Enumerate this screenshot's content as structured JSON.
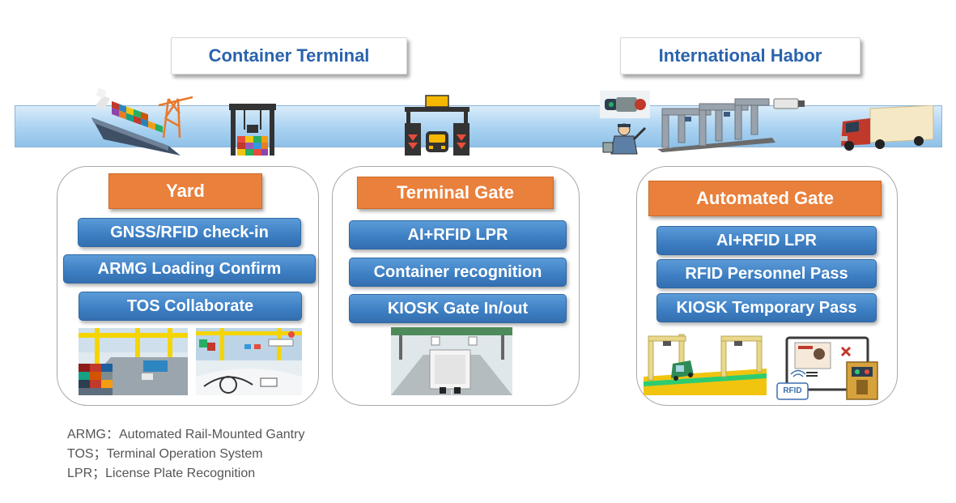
{
  "titles": {
    "container_terminal": "Container Terminal",
    "international_harbor": "International Habor"
  },
  "yard": {
    "header": "Yard",
    "items": [
      "GNSS/RFID check-in",
      "ARMG Loading Confirm",
      "TOS Collaborate"
    ]
  },
  "terminal_gate": {
    "header": "Terminal Gate",
    "items": [
      "AI+RFID LPR",
      "Container recognition",
      "KIOSK Gate In/out"
    ]
  },
  "automated_gate": {
    "header": "Automated Gate",
    "items": [
      "AI+RFID LPR",
      "RFID Personnel Pass",
      "KIOSK Temporary Pass"
    ],
    "rfid_tag": "RFID"
  },
  "legend": [
    "ARMG：Automated Rail-Mounted Gantry",
    "TOS；Terminal Operation System",
    "LPR；License Plate Recognition"
  ],
  "colors": {
    "title_text": "#2a63ad",
    "header_orange": "#e9803c",
    "item_blue": "#3c7ec2",
    "band_blue": "#a9d2f1",
    "legend_text": "#555555"
  },
  "icons": [
    "container-ship-icon",
    "quay-crane-icon",
    "yard-gantry-icon",
    "terminal-gate-icon",
    "camera-icon",
    "security-guard-icon",
    "gate-portal-icon",
    "cctv-camera-icon",
    "truck-icon"
  ]
}
